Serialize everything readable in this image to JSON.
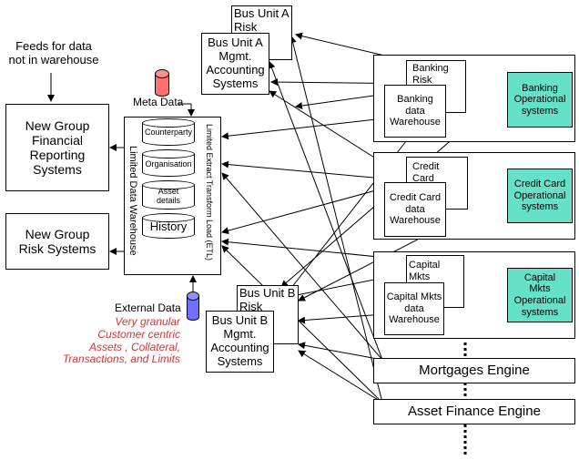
{
  "feeds_label": "Feeds for data\nnot in warehouse",
  "meta_data": "Meta Data",
  "external_data": "External Data",
  "external_desc": "Very granular\nCustomer centric\nAssets , Collateral,\nTransactions, and Limits",
  "new_group_financial": "New Group\nFinancial\nReporting\nSystems",
  "new_group_risk": "New Group\nRisk Systems",
  "ldw_label": "Limited Data Warehouse",
  "etl_label": "Limited Extract Transform Load (ETL)",
  "cylinders": [
    "Counterparty",
    "Organisation",
    "Asset\ndetails",
    "History"
  ],
  "bus_unit_a_risk": "Bus Unit A\nRisk",
  "bus_unit_a_mgmt": "Bus Unit A\nMgmt.\nAccounting\nSystems",
  "bus_unit_b_risk": "Bus Unit B\nRisk",
  "bus_unit_b_mgmt": "Bus Unit B\nMgmt.\nAccounting\nSystems",
  "banking_risk": "Banking\nRisk",
  "banking_dw": "Banking\ndata\nWarehouse",
  "banking_ops": "Banking\nOperational\nsystems",
  "credit_risk": "Credit Card\nRisk",
  "credit_dw": "Credit Card\ndata\nWarehouse",
  "credit_ops": "Credit Card\nOperational\nsystems",
  "capital_risk": "Capital Mkts\nRisk",
  "capital_dw": "Capital Mkts\ndata\nWarehouse",
  "capital_ops": "Capital\nMkts\nOperational\nsystems",
  "mortgages": "Mortgages Engine",
  "asset_finance": "Asset Finance Engine",
  "colors": {
    "teal": "#66e0c8",
    "meta_cyl": "#ff7070",
    "ext_cyl": "#7070ff",
    "red_text": "#e03030"
  }
}
